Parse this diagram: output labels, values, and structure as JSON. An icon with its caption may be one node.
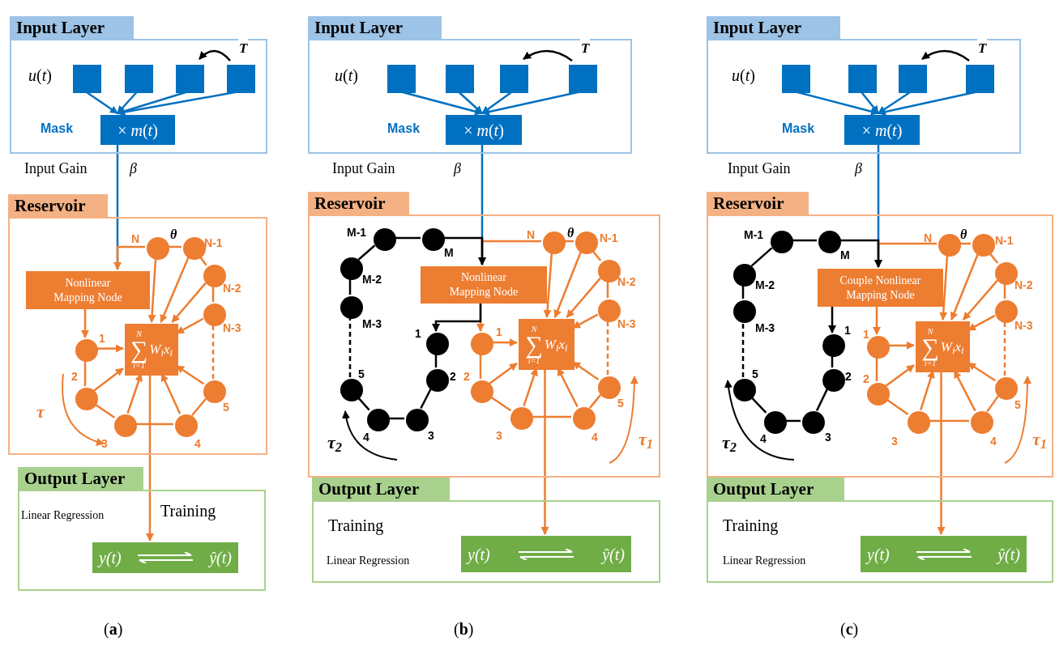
{
  "diagram": {
    "nodes": [
      {
        "text": [
          "Input Layer"
        ]
      },
      {
        "text": [],
        "shape": "box",
        "in": 0
      },
      {
        "text": [],
        "shape": "box",
        "in": 0
      },
      {
        "text": [],
        "shape": "box",
        "in": 0
      },
      {
        "text": [],
        "shape": "box",
        "in": 0
      },
      {
        "text": [
          "× *m*(*t*)"
        ],
        "in": 0,
        "beside": [
          "Mask"
        ]
      },
      {
        "text": [
          "Reservoir"
        ]
      },
      {
        "text": [
          "Nonlinear Mapping Node"
        ],
        "in": 6
      },
      {
        "text": [
          "N",
          "∑",
          "i=1",
          "W$_{i}$x$_{i}$"
        ],
        "in": 6
      },
      {
        "text": [],
        "shape": "circle",
        "in": 6,
        "beside": [
          "1"
        ]
      },
      {
        "text": [],
        "shape": "circle",
        "in": 6,
        "beside": [
          "2"
        ]
      },
      {
        "text": [],
        "shape": "circle",
        "in": 6,
        "beside": [
          "3"
        ]
      },
      {
        "text": [],
        "shape": "circle",
        "in": 6,
        "beside": [
          "4"
        ]
      },
      {
        "text": [],
        "shape": "circle",
        "in": 6,
        "beside": [
          "5"
        ]
      },
      {
        "text": [],
        "shape": "circle",
        "in": 6,
        "beside": [
          "N-3"
        ]
      },
      {
        "text": [],
        "shape": "circle",
        "in": 6,
        "beside": [
          "N-2"
        ]
      },
      {
        "text": [],
        "shape": "circle",
        "in": 6,
        "beside": [
          "N-1"
        ]
      },
      {
        "text": [],
        "shape": "circle",
        "in": 6,
        "beside": [
          "N"
        ]
      },
      {
        "text": [
          "Output Layer"
        ]
      },
      {
        "text": [
          "y(t)",
          "ŷ(t)"
        ],
        "in": 18
      },
      {
        "text": [
          "Input Layer"
        ]
      },
      {
        "text": [],
        "shape": "box",
        "in": 20
      },
      {
        "text": [],
        "shape": "box",
        "in": 20
      },
      {
        "text": [],
        "shape": "box",
        "in": 20
      },
      {
        "text": [],
        "shape": "box",
        "in": 20
      },
      {
        "text": [
          "× *m*(*t*)"
        ],
        "in": 20,
        "beside": [
          "Mask"
        ]
      },
      {
        "text": [
          "Reservoir"
        ]
      },
      {
        "text": [
          "Nonlinear Mapping Node"
        ],
        "in": 26
      },
      {
        "text": [
          "N",
          "∑",
          "i=1",
          "W$_{i}$x$_{i}$"
        ],
        "in": 26
      },
      {
        "text": [],
        "shape": "circle",
        "in": 26,
        "beside": [
          "1"
        ]
      },
      {
        "text": [],
        "shape": "circle",
        "in": 26,
        "beside": [
          "2"
        ]
      },
      {
        "text": [],
        "shape": "circle",
        "in": 26,
        "beside": [
          "3"
        ]
      },
      {
        "text": [],
        "shape": "circle",
        "in": 26,
        "beside": [
          "4"
        ]
      },
      {
        "text": [],
        "shape": "circle",
        "in": 26,
        "beside": [
          "5"
        ]
      },
      {
        "text": [],
        "shape": "circle",
        "in": 26,
        "beside": [
          "N-3"
        ]
      },
      {
        "text": [],
        "shape": "circle",
        "in": 26,
        "beside": [
          "N-2"
        ]
      },
      {
        "text": [],
        "shape": "circle",
        "in": 26,
        "beside": [
          "N-1"
        ]
      },
      {
        "text": [],
        "shape": "circle",
        "in": 26,
        "beside": [
          "N"
        ]
      },
      {
        "text": [],
        "shape": "circle",
        "in": 26,
        "beside": [
          "1"
        ]
      },
      {
        "text": [],
        "shape": "circle",
        "in": 26,
        "beside": [
          "2"
        ]
      },
      {
        "text": [],
        "shape": "circle",
        "in": 26,
        "beside": [
          "3"
        ]
      },
      {
        "text": [],
        "shape": "circle",
        "in": 26,
        "beside": [
          "4"
        ]
      },
      {
        "text": [],
        "shape": "circle",
        "in": 26,
        "beside": [
          "5"
        ]
      },
      {
        "text": [],
        "shape": "circle",
        "in": 26,
        "beside": [
          "M-3"
        ]
      },
      {
        "text": [],
        "shape": "circle",
        "in": 26,
        "beside": [
          "M-2"
        ]
      },
      {
        "text": [],
        "shape": "circle",
        "in": 26,
        "beside": [
          "M-1"
        ]
      },
      {
        "text": [],
        "shape": "circle",
        "in": 26,
        "beside": [
          "M"
        ]
      },
      {
        "text": [
          "Output Layer"
        ]
      },
      {
        "text": [
          "y(t)",
          "ŷ(t)"
        ],
        "in": 47
      },
      {
        "text": [
          "Input Layer"
        ]
      },
      {
        "text": [],
        "shape": "box",
        "in": 49
      },
      {
        "text": [],
        "shape": "box",
        "in": 49
      },
      {
        "text": [],
        "shape": "box",
        "in": 49
      },
      {
        "text": [],
        "shape": "box",
        "in": 49
      },
      {
        "text": [
          "× *m*(*t*)"
        ],
        "in": 49,
        "beside": [
          "Mask"
        ]
      },
      {
        "text": [
          "Reservoir"
        ]
      },
      {
        "text": [
          "Couple Nonlinear Mapping Node"
        ],
        "in": 55
      },
      {
        "text": [
          "N",
          "∑",
          "i=1",
          "W$_{i}$x$_{i}$"
        ],
        "in": 55
      },
      {
        "text": [],
        "shape": "circle",
        "in": 55,
        "beside": [
          "1"
        ]
      },
      {
        "text": [],
        "shape": "circle",
        "in": 55,
        "beside": [
          "2"
        ]
      },
      {
        "text": [],
        "shape": "circle",
        "in": 55,
        "beside": [
          "3"
        ]
      },
      {
        "text": [],
        "shape": "circle",
        "in": 55,
        "beside": [
          "4"
        ]
      },
      {
        "text": [],
        "shape": "circle",
        "in": 55,
        "beside": [
          "5"
        ]
      },
      {
        "text": [],
        "shape": "circle",
        "in": 55,
        "beside": [
          "N-3"
        ]
      },
      {
        "text": [],
        "shape": "circle",
        "in": 55,
        "beside": [
          "N-2"
        ]
      },
      {
        "text": [],
        "shape": "circle",
        "in": 55,
        "beside": [
          "N-1"
        ]
      },
      {
        "text": [],
        "shape": "circle",
        "in": 55,
        "beside": [
          "N"
        ]
      },
      {
        "text": [],
        "shape": "circle",
        "in": 55,
        "beside": [
          "1"
        ]
      },
      {
        "text": [],
        "shape": "circle",
        "in": 55,
        "beside": [
          "2"
        ]
      },
      {
        "text": [],
        "shape": "circle",
        "in": 55,
        "beside": [
          "3"
        ]
      },
      {
        "text": [],
        "shape": "circle",
        "in": 55,
        "beside": [
          "4"
        ]
      },
      {
        "text": [],
        "shape": "circle",
        "in": 55,
        "beside": [
          "5"
        ]
      },
      {
        "text": [],
        "shape": "circle",
        "in": 55,
        "beside": [
          "M-3"
        ]
      },
      {
        "text": [],
        "shape": "circle",
        "in": 55,
        "beside": [
          "M-2"
        ]
      },
      {
        "text": [],
        "shape": "circle",
        "in": 55,
        "beside": [
          "M-1"
        ]
      },
      {
        "text": [],
        "shape": "circle",
        "in": 55,
        "beside": [
          "M"
        ]
      },
      {
        "text": [
          "Output Layer"
        ]
      },
      {
        "text": [
          "y(t)",
          "ŷ(t)"
        ],
        "in": 76
      }
    ],
    "edges": [
      {
        "from": 1,
        "to": 5,
        "arrow": "to",
        "color": "#0070c0"
      },
      {
        "from": 2,
        "to": 5,
        "arrow": "to",
        "color": "#0070c0"
      },
      {
        "from": 3,
        "to": 5,
        "arrow": "to",
        "color": "#0070c0"
      },
      {
        "from": 4,
        "to": 5,
        "arrow": "to",
        "color": "#0070c0"
      },
      {
        "from": 5,
        "to": 7,
        "arrow": "none",
        "color": "#0070c0"
      },
      {
        "from": 17,
        "to": 7,
        "arrow": "to"
      },
      {
        "from": 7,
        "to": 9,
        "arrow": "to"
      },
      {
        "from": 9,
        "to": 8,
        "arrow": "to"
      },
      {
        "from": 10,
        "to": 8,
        "arrow": "to"
      },
      {
        "from": 11,
        "to": 8,
        "arrow": "to"
      },
      {
        "from": 12,
        "to": 8,
        "arrow": "to"
      },
      {
        "from": 13,
        "to": 8,
        "arrow": "to"
      },
      {
        "from": 14,
        "to": 8,
        "arrow": "to"
      },
      {
        "from": 15,
        "to": 8,
        "arrow": "to"
      },
      {
        "from": 16,
        "to": 8,
        "arrow": "to"
      },
      {
        "from": 17,
        "to": 8,
        "arrow": "to"
      },
      {
        "from": 9,
        "to": 10,
        "arrow": "none"
      },
      {
        "from": 10,
        "to": 11,
        "arrow": "none"
      },
      {
        "from": 11,
        "to": 12,
        "arrow": "none"
      },
      {
        "from": 12,
        "to": 13,
        "arrow": "none"
      },
      {
        "from": 13,
        "to": 14,
        "arrow": "none",
        "style": "dashed"
      },
      {
        "from": 14,
        "to": 15,
        "arrow": "none"
      },
      {
        "from": 15,
        "to": 16,
        "arrow": "none"
      },
      {
        "from": 16,
        "to": 17,
        "arrow": "none"
      },
      {
        "from": 8,
        "to": 19,
        "arrow": "to"
      },
      {
        "from": 21,
        "to": 25,
        "arrow": "to",
        "color": "#0070c0"
      },
      {
        "from": 22,
        "to": 25,
        "arrow": "to",
        "color": "#0070c0"
      },
      {
        "from": 23,
        "to": 25,
        "arrow": "to",
        "color": "#0070c0"
      },
      {
        "from": 24,
        "to": 25,
        "arrow": "to",
        "color": "#0070c0"
      },
      {
        "from": 25,
        "to": 27,
        "arrow": "to",
        "color": "#0070c0"
      },
      {
        "from": 37,
        "to": 27,
        "arrow": "to"
      },
      {
        "from": 27,
        "to": 29,
        "arrow": "to"
      },
      {
        "from": 29,
        "to": 28,
        "arrow": "to"
      },
      {
        "from": 30,
        "to": 28,
        "arrow": "to"
      },
      {
        "from": 31,
        "to": 28,
        "arrow": "to"
      },
      {
        "from": 32,
        "to": 28,
        "arrow": "to"
      },
      {
        "from": 33,
        "to": 28,
        "arrow": "to"
      },
      {
        "from": 34,
        "to": 28,
        "arrow": "to"
      },
      {
        "from": 35,
        "to": 28,
        "arrow": "to"
      },
      {
        "from": 36,
        "to": 28,
        "arrow": "to"
      },
      {
        "from": 37,
        "to": 28,
        "arrow": "to"
      },
      {
        "from": 29,
        "to": 30,
        "arrow": "none"
      },
      {
        "from": 30,
        "to": 31,
        "arrow": "none"
      },
      {
        "from": 31,
        "to": 32,
        "arrow": "none"
      },
      {
        "from": 32,
        "to": 33,
        "arrow": "none"
      },
      {
        "from": 33,
        "to": 34,
        "arrow": "none",
        "style": "dashed"
      },
      {
        "from": 34,
        "to": 35,
        "arrow": "none"
      },
      {
        "from": 35,
        "to": 36,
        "arrow": "none"
      },
      {
        "from": 36,
        "to": 37,
        "arrow": "none"
      },
      {
        "from": 28,
        "to": 48,
        "arrow": "to"
      },
      {
        "from": 38,
        "to": 39,
        "arrow": "none",
        "color": "#000000"
      },
      {
        "from": 39,
        "to": 40,
        "arrow": "none",
        "color": "#000000"
      },
      {
        "from": 40,
        "to": 41,
        "arrow": "none",
        "color": "#000000"
      },
      {
        "from": 41,
        "to": 42,
        "arrow": "none",
        "color": "#000000"
      },
      {
        "from": 42,
        "to": 43,
        "arrow": "none",
        "style": "dashed",
        "color": "#000000"
      },
      {
        "from": 43,
        "to": 44,
        "arrow": "none",
        "color": "#000000"
      },
      {
        "from": 44,
        "to": 45,
        "arrow": "none",
        "color": "#000000"
      },
      {
        "from": 45,
        "to": 46,
        "arrow": "none",
        "color": "#000000"
      },
      {
        "from": 46,
        "to": 27,
        "arrow": "to",
        "color": "#000000"
      },
      {
        "from": 27,
        "to": 38,
        "arrow": "to",
        "color": "#000000"
      },
      {
        "from": 50,
        "to": 54,
        "arrow": "to",
        "color": "#0070c0"
      },
      {
        "from": 51,
        "to": 54,
        "arrow": "to",
        "color": "#0070c0"
      },
      {
        "from": 52,
        "to": 54,
        "arrow": "to",
        "color": "#0070c0"
      },
      {
        "from": 53,
        "to": 54,
        "arrow": "to",
        "color": "#0070c0"
      },
      {
        "from": 54,
        "to": 56,
        "arrow": "to",
        "color": "#0070c0"
      },
      {
        "from": 66,
        "to": 56,
        "arrow": "to"
      },
      {
        "from": 56,
        "to": 58,
        "arrow": "to"
      },
      {
        "from": 58,
        "to": 57,
        "arrow": "to"
      },
      {
        "from": 59,
        "to": 57,
        "arrow": "to"
      },
      {
        "from": 60,
        "to": 57,
        "arrow": "to"
      },
      {
        "from": 61,
        "to": 57,
        "arrow": "to"
      },
      {
        "from": 62,
        "to": 57,
        "arrow": "to"
      },
      {
        "from": 63,
        "to": 57,
        "arrow": "to"
      },
      {
        "from": 64,
        "to": 57,
        "arrow": "to"
      },
      {
        "from": 65,
        "to": 57,
        "arrow": "to"
      },
      {
        "from": 66,
        "to": 57,
        "arrow": "to"
      },
      {
        "from": 58,
        "to": 59,
        "arrow": "none"
      },
      {
        "from": 59,
        "to": 60,
        "arrow": "none"
      },
      {
        "from": 60,
        "to": 61,
        "arrow": "none"
      },
      {
        "from": 61,
        "to": 62,
        "arrow": "none"
      },
      {
        "from": 62,
        "to": 63,
        "arrow": "none",
        "style": "dashed"
      },
      {
        "from": 63,
        "to": 64,
        "arrow": "none"
      },
      {
        "from": 64,
        "to": 65,
        "arrow": "none"
      },
      {
        "from": 65,
        "to": 66,
        "arrow": "none"
      },
      {
        "from": 57,
        "to": 77,
        "arrow": "to"
      },
      {
        "from": 67,
        "to": 68,
        "arrow": "none",
        "color": "#000000"
      },
      {
        "from": 68,
        "to": 69,
        "arrow": "none",
        "color": "#000000"
      },
      {
        "from": 69,
        "to": 70,
        "arrow": "none",
        "color": "#000000"
      },
      {
        "from": 70,
        "to": 71,
        "arrow": "none",
        "color": "#000000"
      },
      {
        "from": 71,
        "to": 72,
        "arrow": "none",
        "style": "dashed",
        "color": "#000000"
      },
      {
        "from": 72,
        "to": 73,
        "arrow": "none",
        "color": "#000000"
      },
      {
        "from": 73,
        "to": 74,
        "arrow": "none",
        "color": "#000000"
      },
      {
        "from": 74,
        "to": 75,
        "arrow": "none",
        "color": "#000000"
      },
      {
        "from": 75,
        "to": 56,
        "arrow": "to",
        "color": "#000000"
      },
      {
        "from": 56,
        "to": 67,
        "arrow": "to",
        "color": "#000000"
      },
      {
        "from": 4,
        "to": 3,
        "arrow": "to",
        "color": "#000000",
        "label": "T"
      },
      {
        "from": 24,
        "to": 23,
        "arrow": "to",
        "color": "#000000",
        "label": "T"
      },
      {
        "from": 53,
        "to": 52,
        "arrow": "to",
        "color": "#000000",
        "label": "T"
      }
    ],
    "labels": [
      "*u*(*t*)",
      "Input Gain",
      "β",
      "θ",
      "τ",
      "Linear Regression",
      "Training",
      "(**a**)",
      "*u*(*t*)",
      "Input Gain",
      "β",
      "θ",
      "τ$_{2}$",
      "τ$_{1}$",
      "Training",
      "Linear Regression",
      "(**b**)",
      "*u*(*t*)",
      "Input Gain",
      "β",
      "θ",
      "τ$_{2}$",
      "τ$_{1}$",
      "Training",
      "Linear Regression",
      "(**c**)"
    ]
  }
}
